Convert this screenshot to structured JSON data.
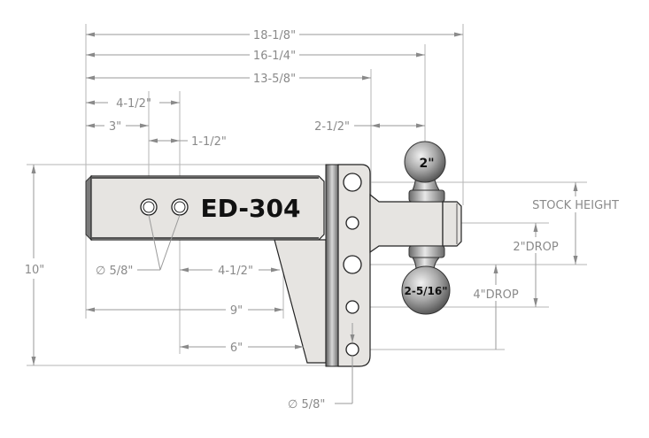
{
  "product": {
    "model": "ED-304",
    "balls": {
      "top": "2\"",
      "bottom": "2-5/16\""
    }
  },
  "dimensions": {
    "overall_lengths": [
      "18-1/8\"",
      "16-1/4\"",
      "13-5/8\""
    ],
    "hole_offsets": {
      "outer": "4-1/2\"",
      "inner": "3\"",
      "spacing": "1-1/2\""
    },
    "ball_offset": "2-1/2\"",
    "shank_hole_diameter": "∅ 5/8\"",
    "gusset_length": "4-1/2\"",
    "shank_to_mount": "9\"",
    "gusset_base": "6\"",
    "overall_height": "10\"",
    "mount_hole_diameter": "∅ 5/8\"",
    "stock_height": "STOCK HEIGHT",
    "drop_2": "2\"DROP",
    "drop_4": "4\"DROP"
  },
  "colors": {
    "dimension": "#8a8a8a",
    "part_fill": "#e6e4e1",
    "outline": "#222222",
    "background": "#ffffff"
  }
}
